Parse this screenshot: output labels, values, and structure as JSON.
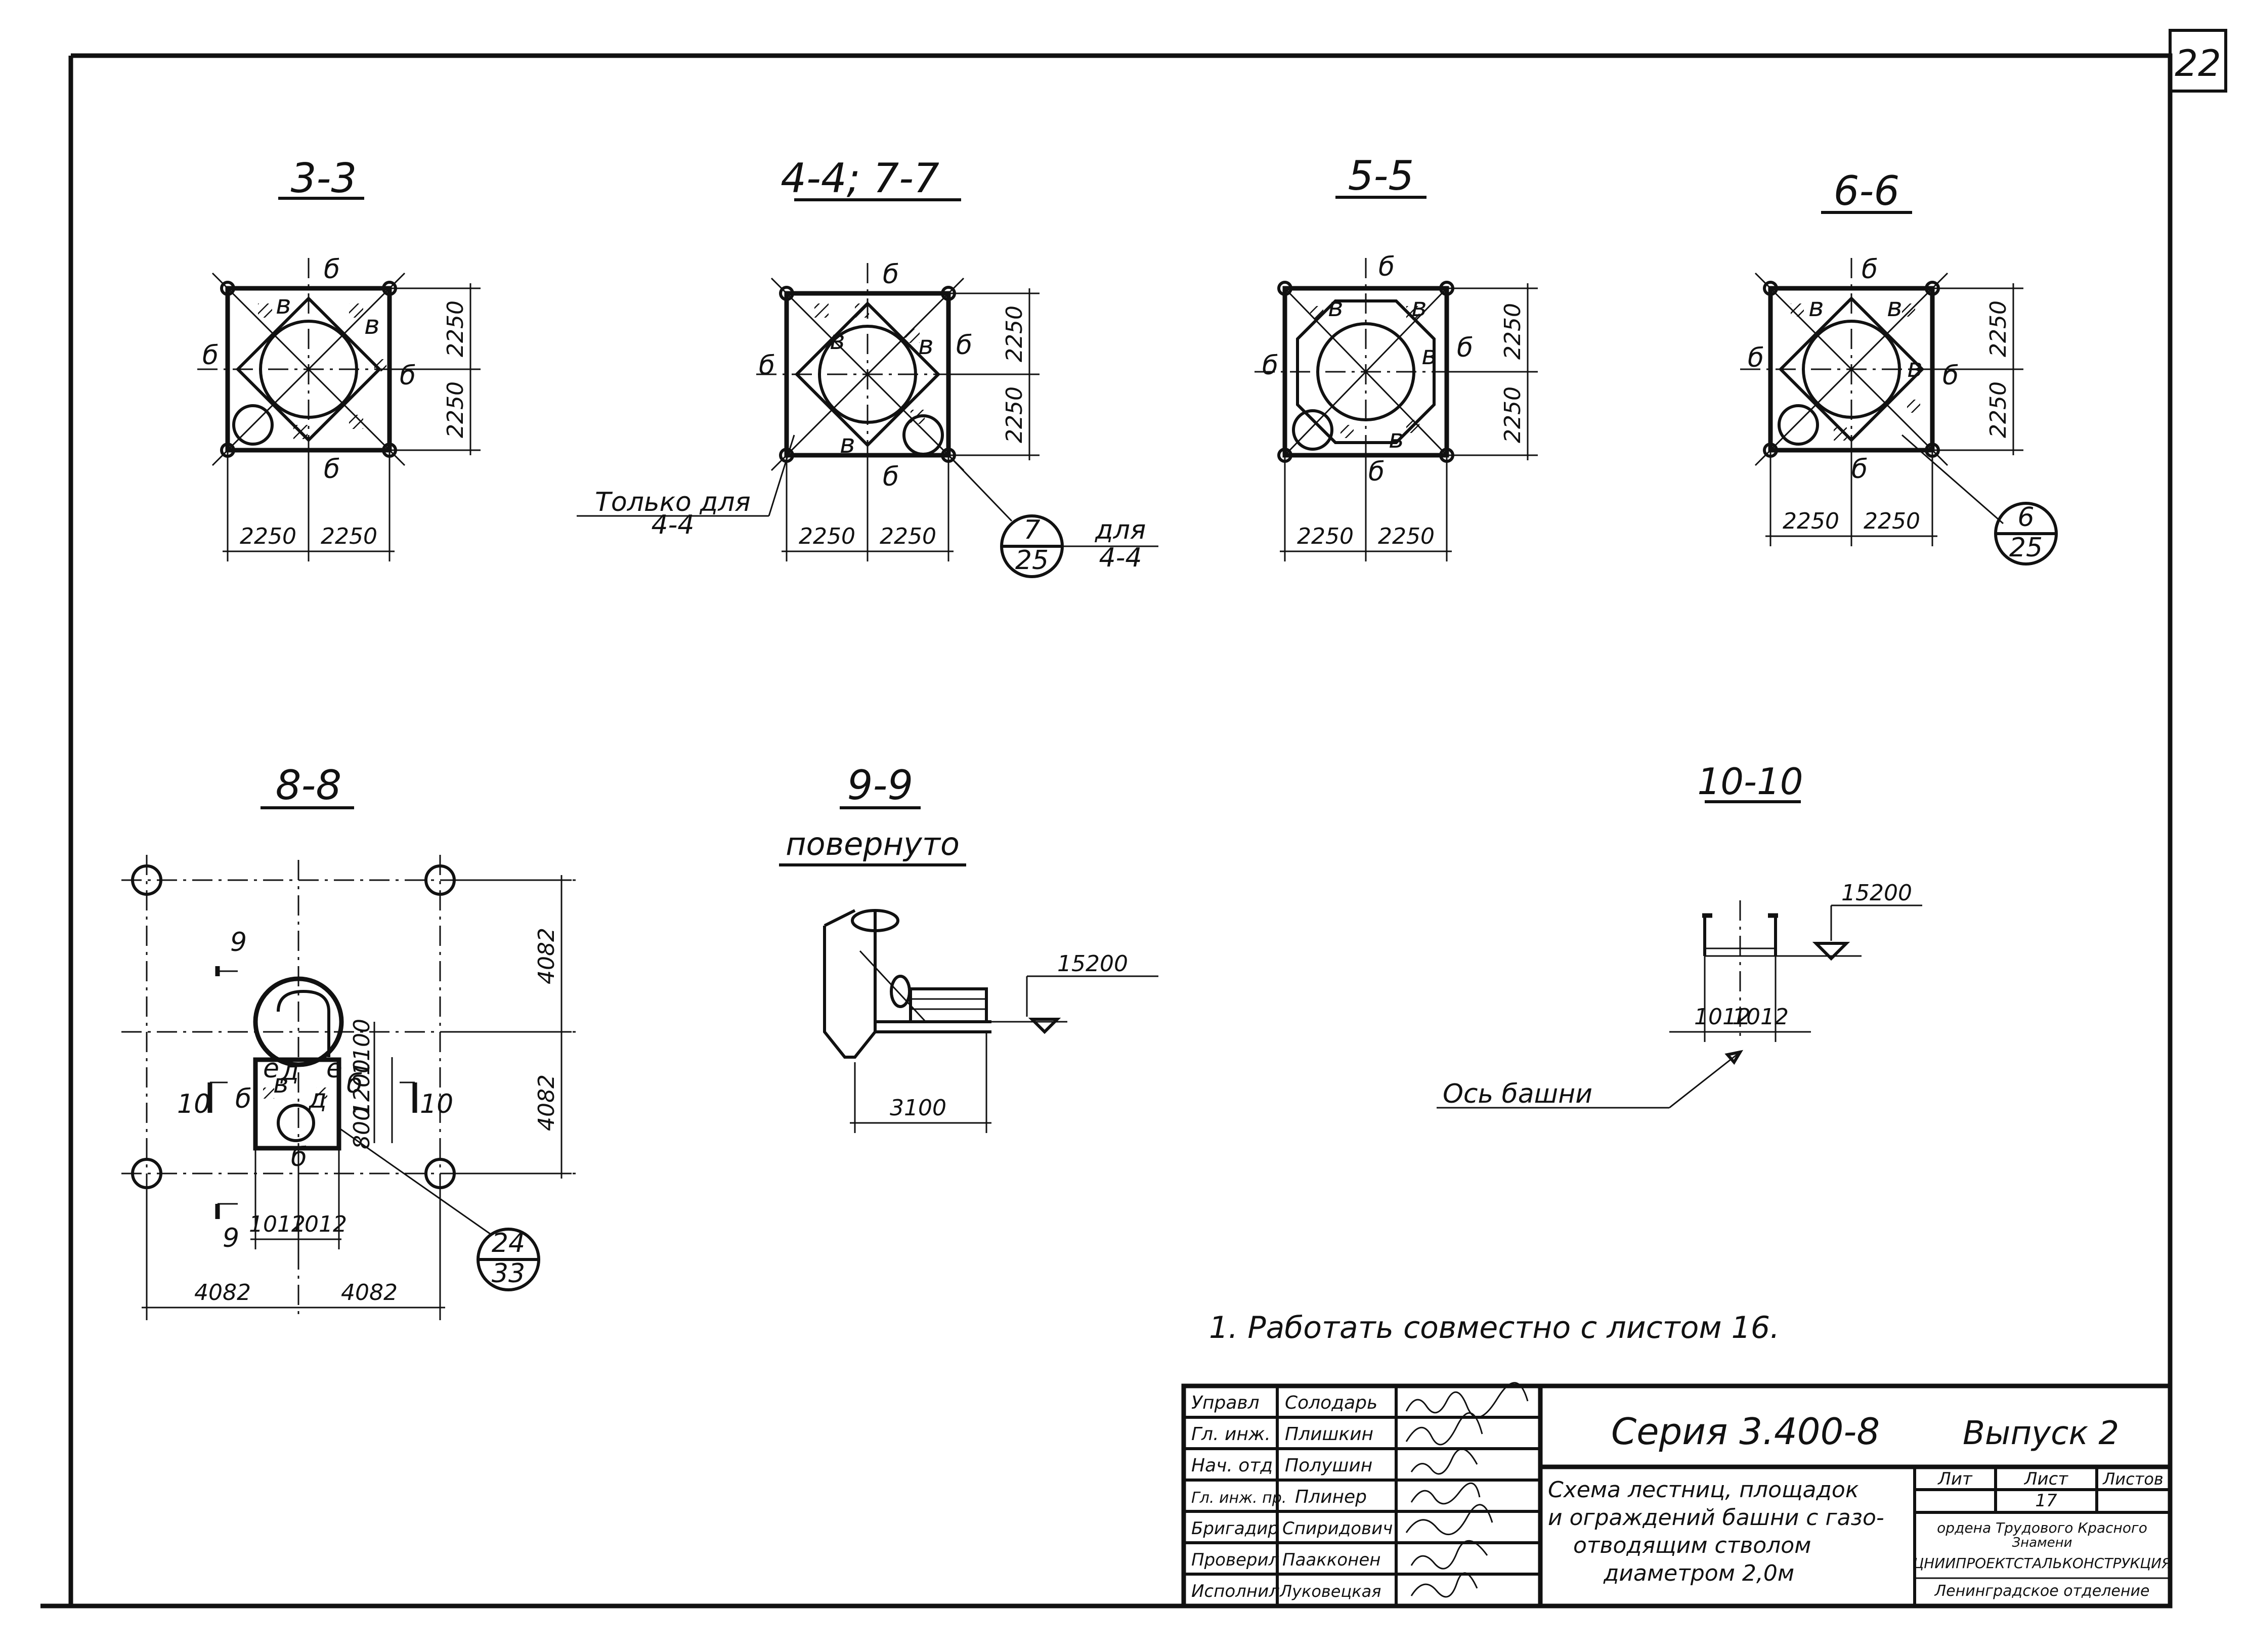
{
  "sheet_number": "22",
  "sections": {
    "s33": {
      "title": "3-3",
      "dim_v1": "2250",
      "dim_v2": "2250",
      "dim_h1": "2250",
      "dim_h2": "2250",
      "mark_b": "б",
      "mark_v": "в"
    },
    "s44": {
      "title": "4-4; 7-7",
      "dim_v1": "2250",
      "dim_v2": "2250",
      "dim_h1": "2250",
      "dim_h2": "2250",
      "note_top": "Только для",
      "note_bottom": "4-4",
      "ref_num": "7",
      "ref_den": "25",
      "ref_note_top": "для",
      "ref_note_bottom": "4-4"
    },
    "s55": {
      "title": "5-5",
      "dim_v1": "2250",
      "dim_v2": "2250",
      "dim_h1": "2250",
      "dim_h2": "2250"
    },
    "s66": {
      "title": "6-6",
      "dim_v1": "2250",
      "dim_v2": "2250",
      "dim_h1": "2250",
      "dim_h2": "2250",
      "ref_num": "6",
      "ref_den": "25"
    },
    "s88": {
      "title": "8-8",
      "dim_v1": "4082",
      "dim_v2": "4082",
      "dim_h1": "4082",
      "dim_h2": "4082",
      "dim_1100": "1100",
      "dim_1200": "1200",
      "dim_800": "800",
      "dim_a": "1012",
      "dim_b": "1012",
      "cut9": "9",
      "cut10": "10",
      "ref_num": "24",
      "ref_den": "33",
      "mark_d": "д",
      "mark_e": "е"
    },
    "s99": {
      "title": "9-9",
      "subtitle": "повернуто",
      "elev": "15200",
      "dim": "3100"
    },
    "s1010": {
      "title": "10-10",
      "elev": "15200",
      "dim_a": "1012",
      "dim_b": "1012",
      "axis_label": "Ось башни"
    }
  },
  "note": "1. Работать совместно с листом 16.",
  "title_block": {
    "roles": [
      "Управл",
      "Гл. инж.",
      "Нач. отд",
      "Гл. инж. пр.",
      "Бригадир",
      "Проверил",
      "Исполнил"
    ],
    "names": [
      "Солодарь",
      "Плишкин",
      "Полушин",
      "Плинер",
      "Спиридович",
      "Паакконен",
      "Луковецкая"
    ],
    "series": "Серия  3.400-8",
    "issue": "Выпуск 2",
    "description": [
      "Схема лестниц, площадок",
      "и ограждений башни с газо-",
      "отводящим стволом",
      "диаметром 2,0м"
    ],
    "col_lit": "Лит",
    "col_sheet": "Лист",
    "col_sheets": "Листов",
    "sheet_value": "17",
    "org": [
      "ордена Трудового Красного",
      "Знамени",
      "ЦНИИПРОЕКТСТАЛЬКОНСТРУКЦИЯ",
      "Ленинградское отделение"
    ]
  }
}
